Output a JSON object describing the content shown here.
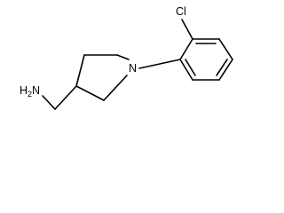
{
  "molecule": {
    "atoms": {
      "amine": {
        "symbol": "H",
        "subscript": "2",
        "suffix": "N"
      },
      "ring_nitrogen": "N",
      "chlorine": "Cl"
    }
  },
  "colors": {
    "bond": "#000000",
    "text": "#000000",
    "background": "#ffffff"
  }
}
